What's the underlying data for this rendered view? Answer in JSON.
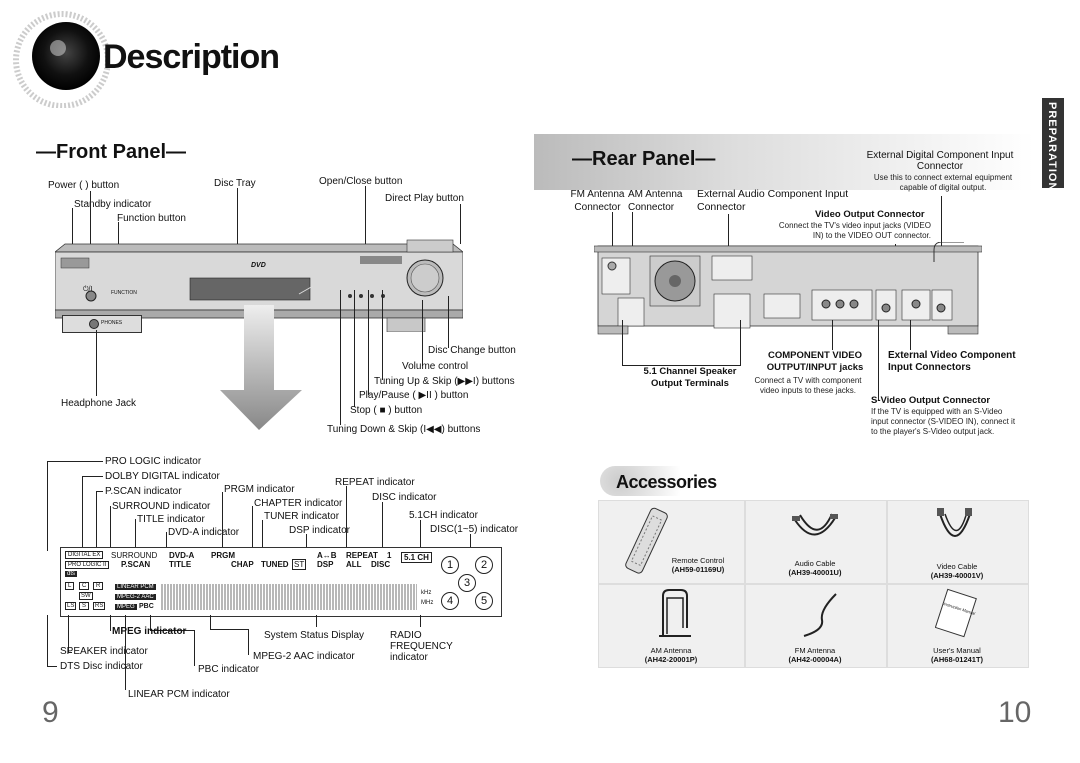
{
  "header": {
    "title": "Description",
    "side_tab": "PREPARATION"
  },
  "front": {
    "heading": "Front Panel",
    "labels": {
      "power": "Power (  ) button",
      "standby": "Standby indicator",
      "function": "Function button",
      "disc_tray": "Disc Tray",
      "open_close": "Open/Close button",
      "direct_play": "Direct Play button",
      "disc_change": "Disc Change button",
      "volume": "Volume control",
      "tuning_up": "Tuning Up & Skip (▶▶I) buttons",
      "play_pause": "Play/Pause ( ▶II ) button",
      "stop": "Stop ( ■ ) button",
      "tuning_down": "Tuning Down & Skip (I◀◀) buttons",
      "headphone": "Headphone Jack"
    },
    "panel_text": {
      "power": "⏻/I",
      "function": "FUNCTION",
      "phones": "PHONES",
      "dvd": "DVD"
    }
  },
  "display": {
    "labels": {
      "pro_logic": "PRO LOGIC indicator",
      "dolby": "DOLBY DIGITAL indicator",
      "pscan": "P.SCAN indicator",
      "prgm": "PRGM indicator",
      "repeat": "REPEAT indicator",
      "chapter": "CHAPTER indicator",
      "disc": "DISC indicator",
      "surround": "SURROUND indicator",
      "tuner": "TUNER indicator",
      "ch51": "5.1CH indicator",
      "title": "TITLE indicator",
      "dsp": "DSP indicator",
      "disc_num": "DISC(1~5) indicator",
      "dvda": "DVD-A indicator",
      "mpeg": "MPEG indicator",
      "system_status": "System Status Display",
      "radio_freq": "RADIO FREQUENCY indicator",
      "speaker": "SPEAKER indicator",
      "mpeg2aac": "MPEG-2 AAC indicator",
      "dts": "DTS Disc indicator",
      "pbc": "PBC indicator",
      "lpcm": "LINEAR PCM indicator"
    },
    "vfd": {
      "digital": "DIGITAL EX",
      "prologic": "PRO LOGIC II",
      "dts": "dts",
      "surround": "SURROUND",
      "pscan": "P.SCAN",
      "dvda": "DVD-A",
      "title": "TITLE",
      "prgm": "PRGM",
      "chap": "CHAP",
      "tuned": "TUNED",
      "st": "ST",
      "ab": "A↔B",
      "dsp": "DSP",
      "repeat": "REPEAT",
      "all": "ALL",
      "one": "1",
      "disc": "DISC",
      "ch51": "5.1 CH",
      "lpcm": "LINEAR PCM",
      "aac": "MPEG-2 AAC",
      "mpeg": "MPEG",
      "pbc": "PBC",
      "khz": "kHz",
      "mhz": "MHz",
      "spk": [
        "L",
        "C",
        "R",
        "SW",
        "LS",
        "S",
        "RS"
      ],
      "discs": [
        "1",
        "2",
        "3",
        "4",
        "5"
      ]
    }
  },
  "rear": {
    "heading": "Rear Panel",
    "labels": {
      "fm": "FM Antenna Connector",
      "am": "AM Antenna Connector",
      "ext_audio": "External Audio Component Input Connector",
      "ext_digital": "External Digital Component Input Connector",
      "ext_digital_desc": "Use this to connect external equipment capable of digital output.",
      "video_out": "Video Output Connector",
      "video_out_desc": "Connect the TV's video input jacks (VIDEO IN) to the VIDEO OUT connector.",
      "speaker_terms": "5.1 Channel Speaker Output Terminals",
      "component": "COMPONENT VIDEO OUTPUT/INPUT jacks",
      "component_desc": "Connect a TV with component video inputs to these jacks.",
      "ext_video": "External Video Component Input Connectors",
      "svideo": "S-Video Output Connector",
      "svideo_desc": "If the TV is equipped with an S-Video input connector (S-VIDEO IN), connect it to the player's S-Video output jack."
    }
  },
  "accessories": {
    "heading": "Accessories",
    "items": [
      {
        "name": "Remote Control",
        "code": "(AH59-01169U)"
      },
      {
        "name": "Audio Cable",
        "code": "(AH39-40001U)"
      },
      {
        "name": "Video Cable",
        "code": "(AH39-40001V)"
      },
      {
        "name": "AM Antenna",
        "code": "(AH42-20001P)"
      },
      {
        "name": "FM Antenna",
        "code": "(AH42-00004A)"
      },
      {
        "name": "User's Manual",
        "code": "(AH68-01241T)"
      }
    ],
    "manual_cover": "Instruction Manual"
  },
  "pages": {
    "left": "9",
    "right": "10"
  }
}
